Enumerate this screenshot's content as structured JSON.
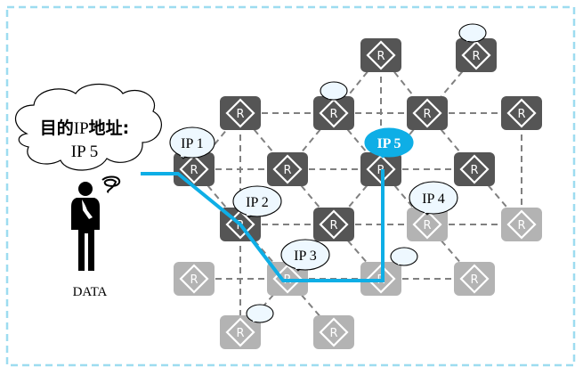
{
  "diagram": {
    "type": "network-routing",
    "title_cloud": {
      "line1_prefix": "目的",
      "line1_ip": "IP",
      "line1_suffix": "地址:",
      "line2": "IP 5"
    },
    "user": {
      "label": "DATA",
      "icon": "confused-person-icon"
    },
    "colors": {
      "frame_border": "#9ddcf0",
      "router_active": "#555555",
      "router_inactive": "#b3b3b3",
      "router_glyph": "#ffffff",
      "link": "#808080",
      "path": "#0eaee6",
      "bubble_fill": "#eef8ff",
      "bubble_dest_fill": "#0eaee6",
      "bubble_dest_text": "#ffffff"
    },
    "router_glyph": "R",
    "routers": [
      {
        "id": "r-top-1",
        "state": "active"
      },
      {
        "id": "r-top-2",
        "state": "active"
      },
      {
        "id": "r-a1",
        "state": "active"
      },
      {
        "id": "r-a2",
        "state": "active"
      },
      {
        "id": "r-a3",
        "state": "active"
      },
      {
        "id": "r-a4",
        "state": "active"
      },
      {
        "id": "r-b1",
        "state": "active",
        "label": "IP 1"
      },
      {
        "id": "r-b2",
        "state": "active"
      },
      {
        "id": "r-b3",
        "state": "active",
        "label": "IP 5",
        "destination": true
      },
      {
        "id": "r-b4",
        "state": "active"
      },
      {
        "id": "r-c1",
        "state": "active",
        "label": "IP 2"
      },
      {
        "id": "r-c2",
        "state": "active"
      },
      {
        "id": "r-c3",
        "state": "inactive",
        "label": "IP 4"
      },
      {
        "id": "r-c4",
        "state": "inactive"
      },
      {
        "id": "r-d1",
        "state": "inactive"
      },
      {
        "id": "r-d2",
        "state": "inactive",
        "label": "IP 3"
      },
      {
        "id": "r-d3",
        "state": "inactive"
      },
      {
        "id": "r-d4",
        "state": "inactive"
      },
      {
        "id": "r-e1",
        "state": "inactive"
      },
      {
        "id": "r-e2",
        "state": "inactive"
      }
    ],
    "empty_bubbles_on": [
      "r-top-2",
      "r-a2",
      "r-d3",
      "r-e1"
    ],
    "links": [
      [
        "r-a1",
        "r-a2"
      ],
      [
        "r-a2",
        "r-a3"
      ],
      [
        "r-a3",
        "r-a4"
      ],
      [
        "r-b1",
        "r-b2"
      ],
      [
        "r-b2",
        "r-b3"
      ],
      [
        "r-b3",
        "r-b4"
      ],
      [
        "r-c1",
        "r-c2"
      ],
      [
        "r-c2",
        "r-c3"
      ],
      [
        "r-c3",
        "r-c4"
      ],
      [
        "r-d1",
        "r-d2"
      ],
      [
        "r-d2",
        "r-d3"
      ],
      [
        "r-d3",
        "r-d4"
      ],
      [
        "r-top-1",
        "r-a2"
      ],
      [
        "r-top-1",
        "r-a3"
      ],
      [
        "r-top-1",
        "r-b3"
      ],
      [
        "r-top-2",
        "r-a3"
      ],
      [
        "r-a1",
        "r-b2"
      ],
      [
        "r-a1",
        "r-c1"
      ],
      [
        "r-a2",
        "r-b2"
      ],
      [
        "r-a2",
        "r-b3"
      ],
      [
        "r-a3",
        "r-b3"
      ],
      [
        "r-a3",
        "r-b4"
      ],
      [
        "r-a4",
        "r-c4"
      ],
      [
        "r-b1",
        "r-a1"
      ],
      [
        "r-b1",
        "r-c1"
      ],
      [
        "r-b2",
        "r-c2"
      ],
      [
        "r-b3",
        "r-c2"
      ],
      [
        "r-b3",
        "r-c3"
      ],
      [
        "r-b4",
        "r-c4"
      ],
      [
        "r-c1",
        "r-d2"
      ],
      [
        "r-c1",
        "r-e1"
      ],
      [
        "r-c2",
        "r-d3"
      ],
      [
        "r-c3",
        "r-d4"
      ],
      [
        "r-d2",
        "r-e1"
      ],
      [
        "r-d2",
        "r-e2"
      ]
    ],
    "path": [
      "user",
      "r-b1",
      "r-c1",
      "r-d2",
      "r-d3",
      "r-b3"
    ]
  }
}
